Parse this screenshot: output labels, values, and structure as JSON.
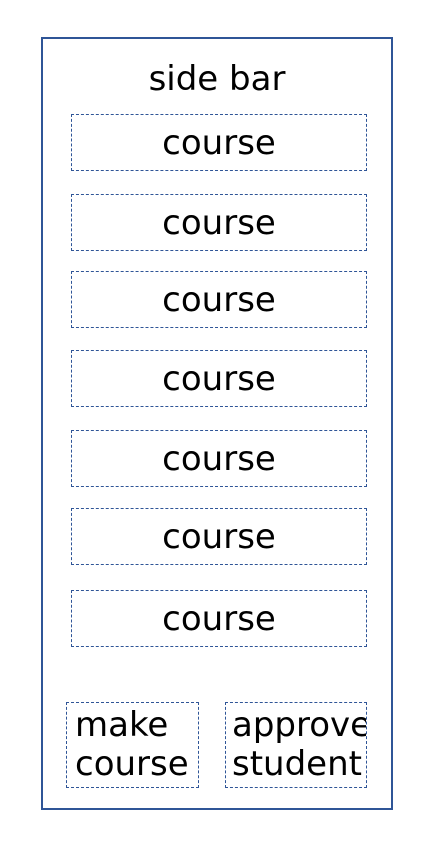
{
  "sidebar": {
    "title": "side bar",
    "border_color": "#2f5597",
    "courses": [
      {
        "label": "course"
      },
      {
        "label": "course"
      },
      {
        "label": "course"
      },
      {
        "label": "course"
      },
      {
        "label": "course"
      },
      {
        "label": "course"
      },
      {
        "label": "course"
      }
    ],
    "actions": {
      "make_course_label": "make\ncourse",
      "approve_student_label": "approve\nstudent"
    }
  }
}
